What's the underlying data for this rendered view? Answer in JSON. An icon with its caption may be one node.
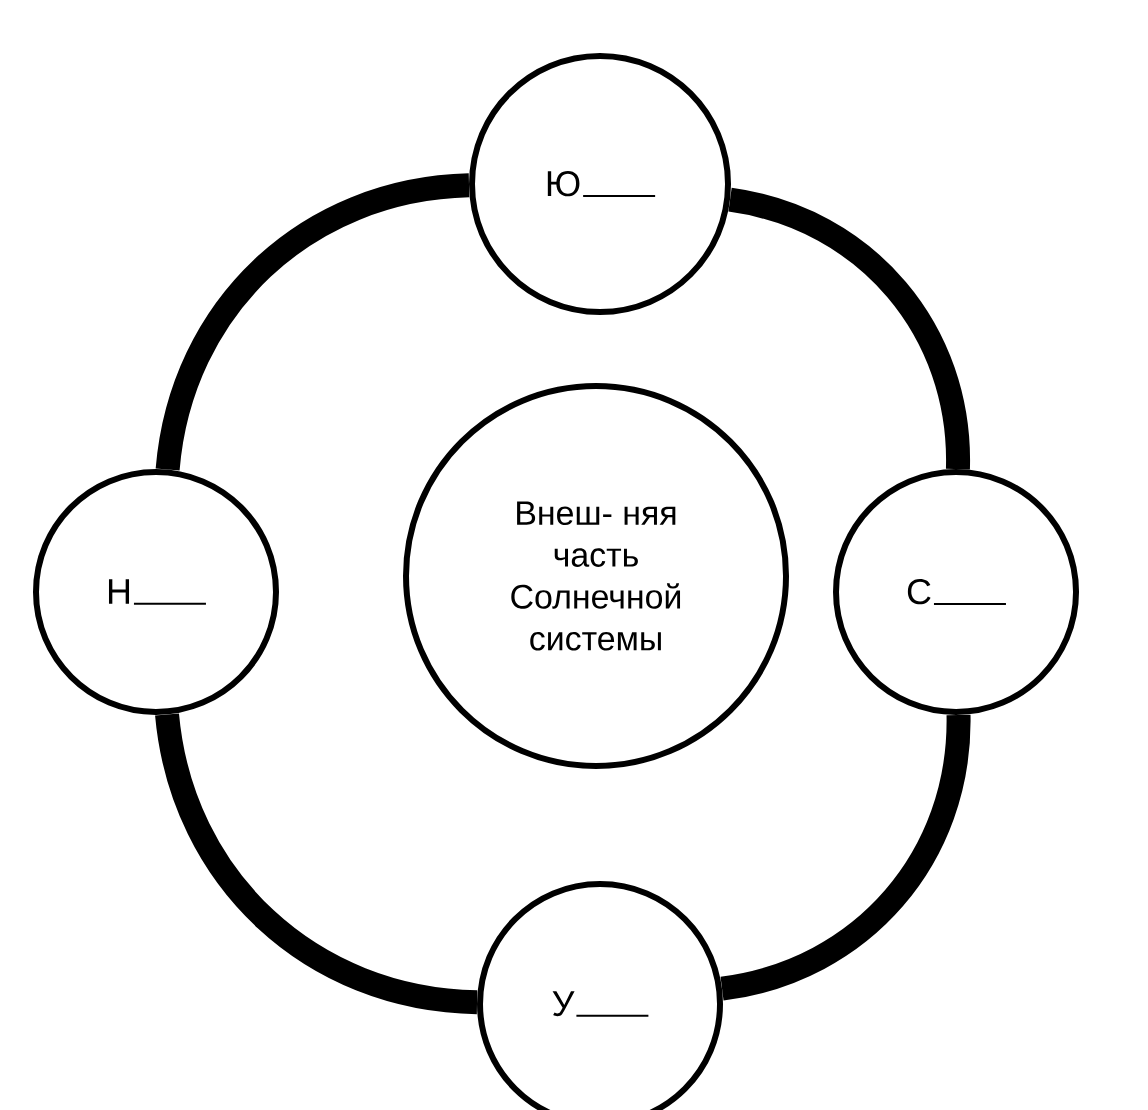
{
  "diagram": {
    "nodes": [
      {
        "text": [
          "Ю"
        ]
      },
      {
        "text": [
          "Н"
        ]
      },
      {
        "text": [
          "Внеш- няя часть Солнечной системы"
        ]
      },
      {
        "text": [
          "С"
        ]
      },
      {
        "text": [
          "У"
        ]
      }
    ],
    "edges": [
      {
        "from": 0,
        "to": 3,
        "arrow": "none"
      },
      {
        "from": 3,
        "to": 4,
        "arrow": "none"
      },
      {
        "from": 4,
        "to": 1,
        "arrow": "none"
      },
      {
        "from": 1,
        "to": 0,
        "arrow": "none"
      }
    ]
  }
}
